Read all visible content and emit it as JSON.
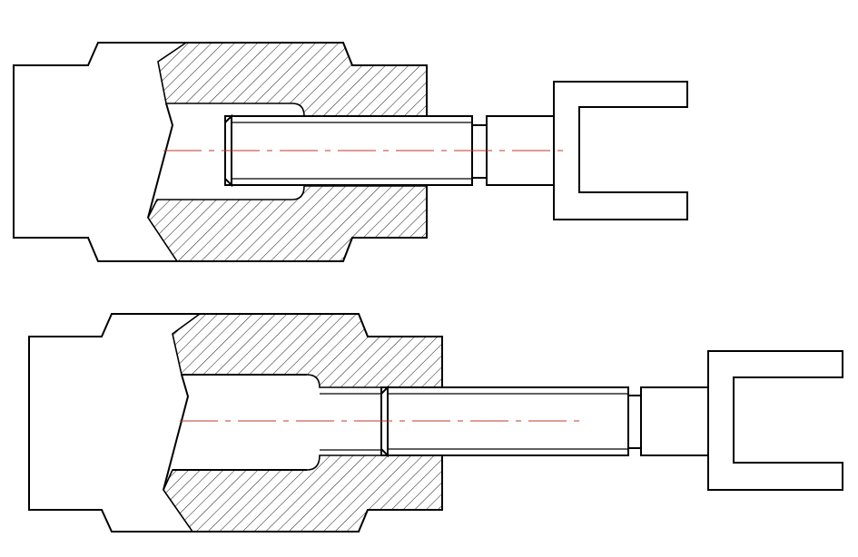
{
  "colors": {
    "outline": "#000000",
    "hatch": "#000000",
    "centerline": "#c0392b",
    "background": "#ffffff"
  },
  "views": [
    {
      "name": "upper-view",
      "state": "screw-retracted"
    },
    {
      "name": "lower-view",
      "state": "screw-extended"
    }
  ]
}
